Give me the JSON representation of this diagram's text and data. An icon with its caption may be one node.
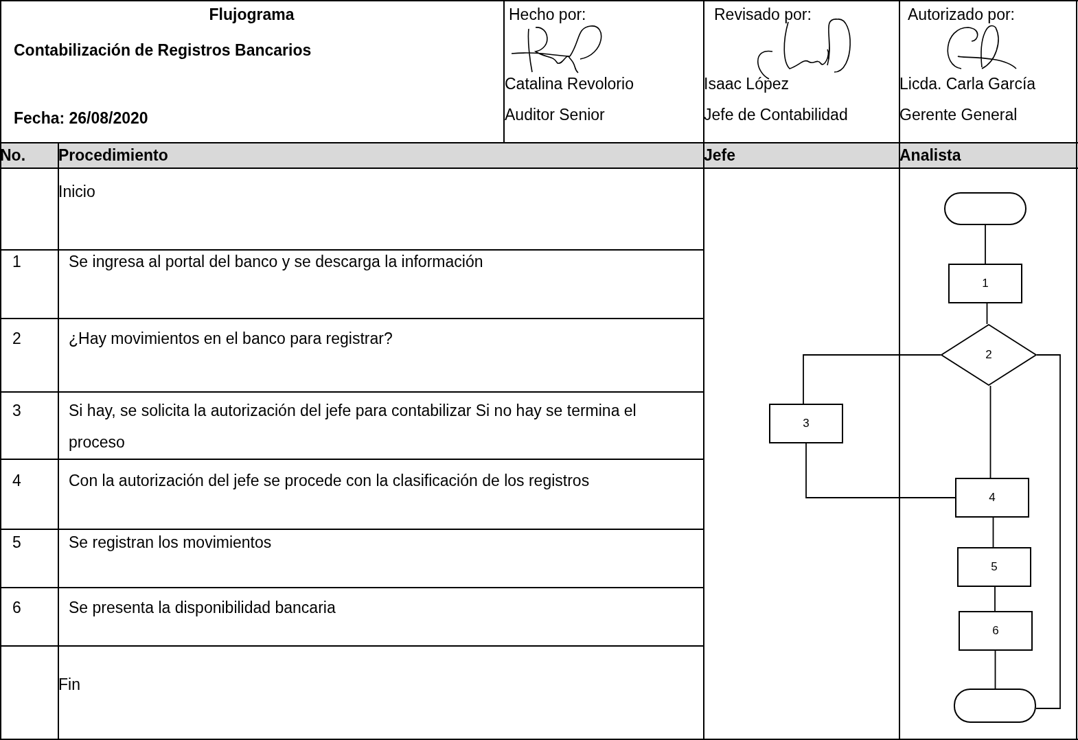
{
  "diagram": {
    "title": "Flujograma",
    "nodes": [
      {
        "text": [],
        "shape": "capsule"
      },
      {
        "text": [
          "1"
        ]
      },
      {
        "text": [
          "2"
        ]
      },
      {
        "text": [
          "3"
        ]
      },
      {
        "text": [
          "4"
        ]
      },
      {
        "text": [
          "5"
        ]
      },
      {
        "text": [
          "6"
        ]
      },
      {
        "text": [],
        "shape": "capsule"
      }
    ],
    "edges": [
      {
        "from": 0,
        "to": 1,
        "arrow": "none"
      },
      {
        "from": 1,
        "to": 2,
        "arrow": "none"
      },
      {
        "from": 2,
        "to": 3,
        "arrow": "none"
      },
      {
        "from": 3,
        "to": 4,
        "arrow": "none"
      },
      {
        "from": 2,
        "to": 4,
        "arrow": "none"
      },
      {
        "from": 4,
        "to": 5,
        "arrow": "none"
      },
      {
        "from": 5,
        "to": 6,
        "arrow": "none"
      },
      {
        "from": 6,
        "to": 7,
        "arrow": "none"
      },
      {
        "from": 2,
        "to": 7,
        "arrow": "none"
      }
    ],
    "labels": [
      "Contabilización de Registros Bancarios",
      "Fecha: 26/08/2020",
      "Hecho por:",
      "Catalina Revolorio",
      "Auditor Senior",
      "Revisado por:",
      "Isaac López",
      "Jefe de Contabilidad",
      "Autorizado por:",
      "Licda. Carla García",
      "Gerente General",
      "No.",
      "Procedimiento",
      "Jefe",
      "Analista",
      "Inicio",
      "1",
      "Se ingresa al portal del banco y se descarga la información",
      "2",
      "¿Hay movimientos en el banco para registrar?",
      "3",
      "Si hay, se solicita la autorización del jefe para contabilizar Si no hay se termina el proceso",
      "4",
      "Con la autorización del jefe se procede con la clasificación de los registros",
      "5",
      "Se registran los movimientos",
      "6",
      "Se presenta la disponibilidad bancaria",
      "Fin"
    ]
  }
}
